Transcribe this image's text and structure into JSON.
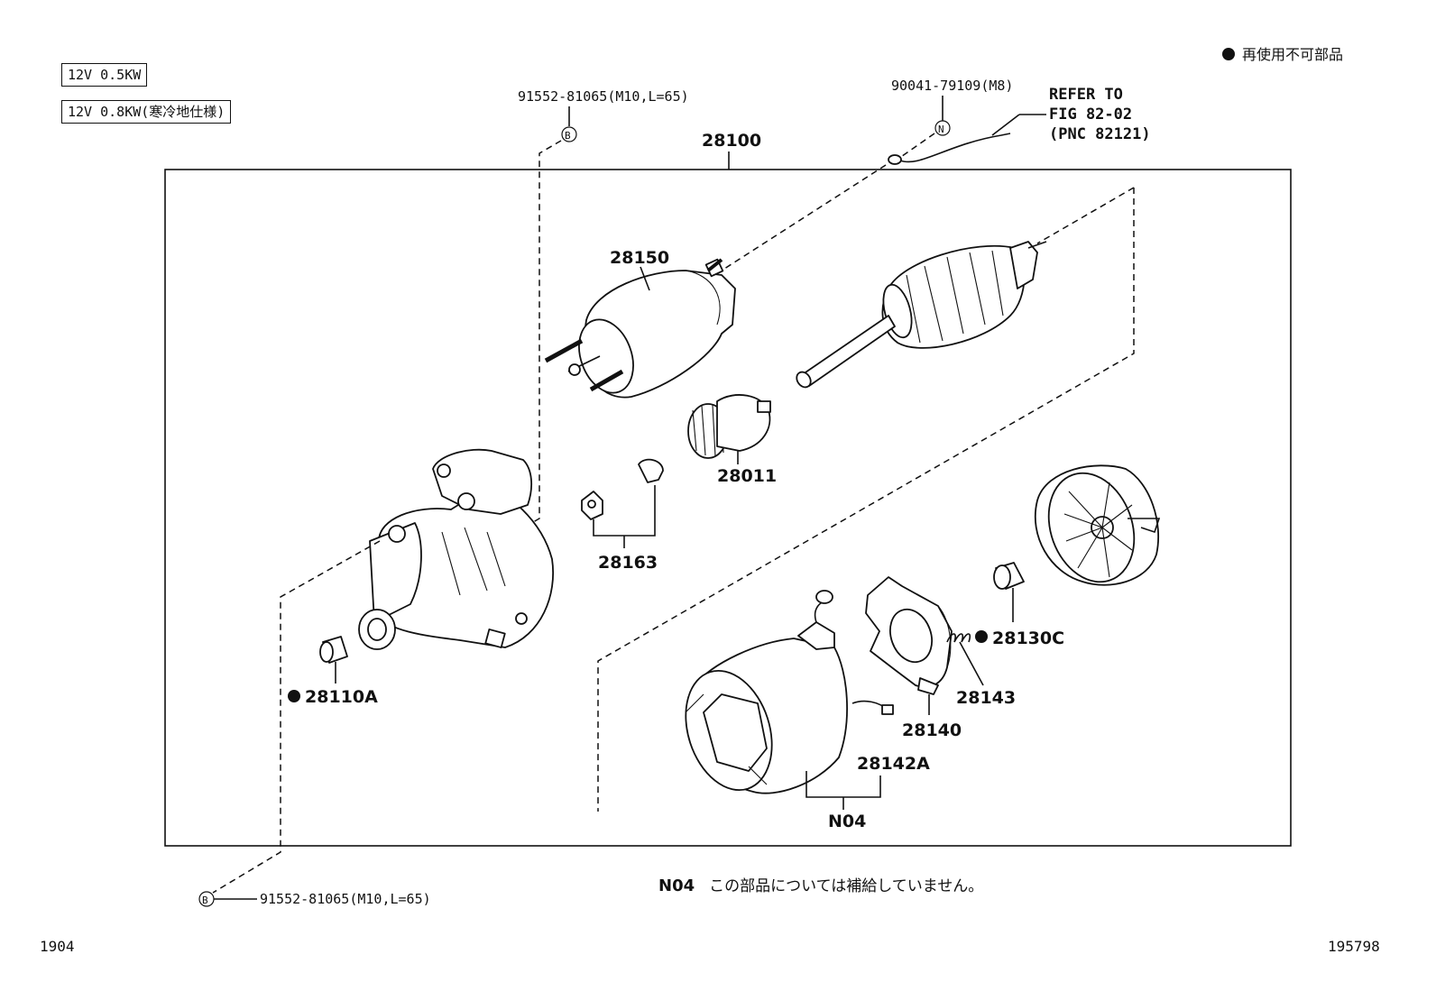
{
  "legend": {
    "text": "再使用不可部品"
  },
  "specs": [
    "12V 0.5KW",
    "12V 0.8KW(寒冷地仕様)"
  ],
  "refer": {
    "line1": "REFER TO",
    "line2": "FIG 82-02",
    "line3": "(PNC 82121)"
  },
  "callouts": {
    "bolt_top": "91552-81065(M10,L=65)",
    "bolt_bottom": "91552-81065(M10,L=65)",
    "nut": "90041-79109(M8)",
    "marker_b": "B",
    "marker_n": "N"
  },
  "parts": {
    "assembly": "28100",
    "solenoid": "28150",
    "pinion": "28011",
    "retainer": "28163",
    "bush_front": "28110A",
    "bush_rear": "28130C",
    "spring": "28143",
    "brush_holder": "28140",
    "yoke": "28142A",
    "n04": "N04"
  },
  "note": {
    "code": "N04",
    "text": "この部品については補給していません。"
  },
  "footer": {
    "left": "1904",
    "right": "195798"
  }
}
